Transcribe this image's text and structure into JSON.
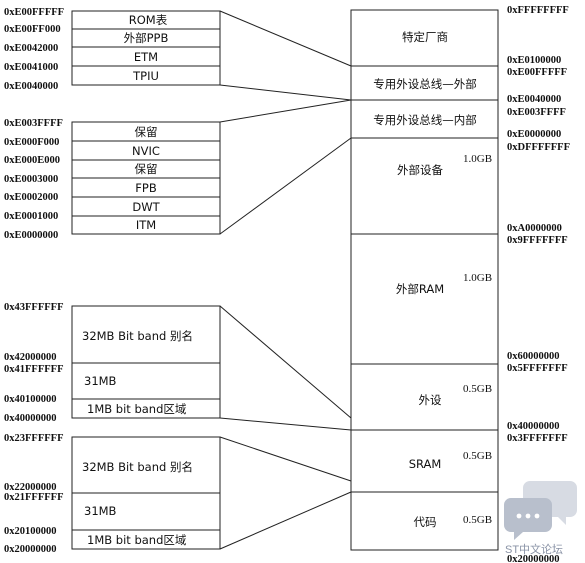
{
  "memory_map": {
    "regions": [
      {
        "label": "特定厂商",
        "size": ""
      },
      {
        "label": "专用外设总线—外部",
        "size": ""
      },
      {
        "label": "专用外设总线—内部",
        "size": ""
      },
      {
        "label": "外部设备",
        "size": "1.0GB"
      },
      {
        "label": "外部RAM",
        "size": "1.0GB"
      },
      {
        "label": "外设",
        "size": "0.5GB"
      },
      {
        "label": "SRAM",
        "size": "0.5GB"
      },
      {
        "label": "代码",
        "size": "0.5GB"
      }
    ],
    "addresses": [
      "0xFFFFFFFF",
      "0xE0100000",
      "0xE00FFFFF",
      "0xE0040000",
      "0xE003FFFF",
      "0xE0000000",
      "0xDFFFFFFF",
      "0xA0000000",
      "0x9FFFFFFF",
      "0x60000000",
      "0x5FFFFFFF",
      "0x40000000",
      "0x3FFFFFFF",
      "0x20000000"
    ]
  },
  "ppb_external": {
    "items": [
      "ROM表",
      "外部PPB",
      "ETM",
      "TPIU"
    ],
    "addresses": [
      "0xE00FFFFF",
      "0xE00FF000",
      "0xE0042000",
      "0xE0041000",
      "0xE0040000"
    ]
  },
  "ppb_internal": {
    "items": [
      "保留",
      "NVIC",
      "保留",
      "FPB",
      "DWT",
      "ITM"
    ],
    "addresses": [
      "0xE003FFFF",
      "0xE000F000",
      "0xE000E000",
      "0xE0003000",
      "0xE0002000",
      "0xE0001000",
      "0xE0000000"
    ]
  },
  "bitband_peripheral": {
    "items": [
      "32MB Bit band 别名",
      "31MB",
      "1MB bit band区域"
    ],
    "addresses": [
      "0x43FFFFFF",
      "0x42000000",
      "0x41FFFFFF",
      "0x40100000",
      "0x40000000"
    ]
  },
  "bitband_sram": {
    "items": [
      "32MB Bit band 别名",
      "31MB",
      "1MB bit band区域"
    ],
    "addresses": [
      "0x23FFFFFF",
      "0x22000000",
      "0x21FFFFFF",
      "0x20100000",
      "0x20000000"
    ]
  },
  "watermark": {
    "text": "ST中文论坛",
    "icon": "chat-bubbles-icon"
  }
}
